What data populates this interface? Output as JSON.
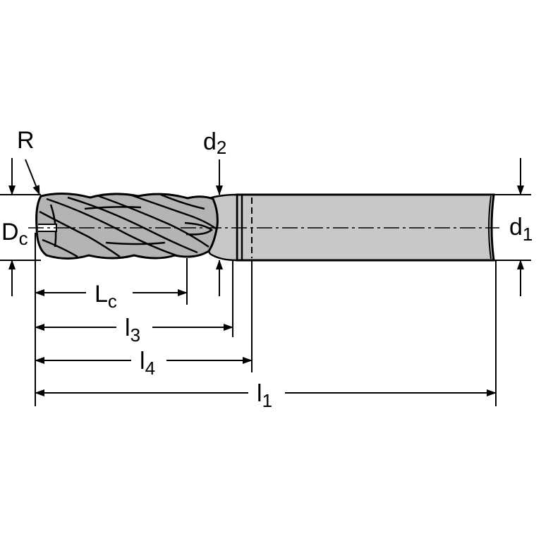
{
  "labels": {
    "radius": {
      "main": "R"
    },
    "cut_dia": {
      "main": "D",
      "sub": "c"
    },
    "neck_dia": {
      "main": "d",
      "sub": "2"
    },
    "shank_dia": {
      "main": "d",
      "sub": "1"
    },
    "cut_len": {
      "main": "L",
      "sub": "c"
    },
    "len3": {
      "main": "l",
      "sub": "3"
    },
    "len4": {
      "main": "l",
      "sub": "4"
    },
    "overall_len": {
      "main": "l",
      "sub": "1"
    }
  },
  "colors": {
    "body_fill": "#c8c8c8",
    "line": "#000000",
    "background": "#ffffff"
  }
}
